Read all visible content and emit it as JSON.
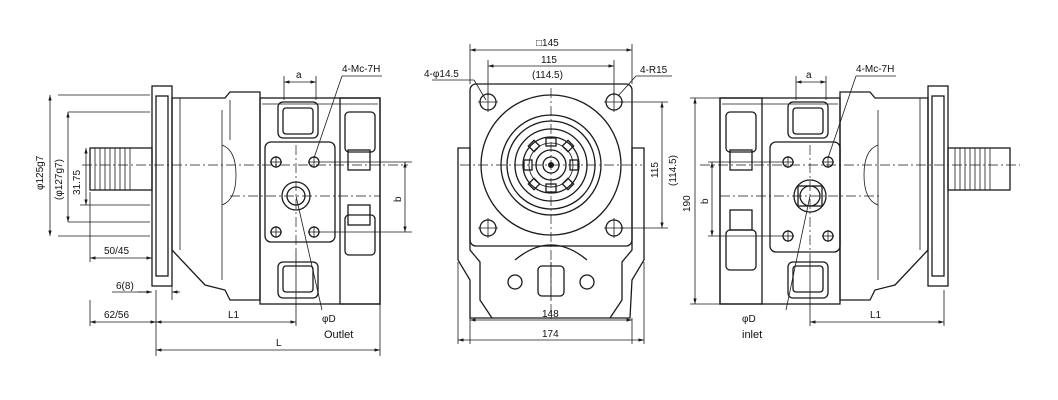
{
  "drawing": {
    "left_view": {
      "label_4mc7h": "4-Mc-7H",
      "label_a": "a",
      "label_b": "b",
      "label_phi125": "(φ127g7)",
      "label_phi125_main": "φ125g7",
      "label_31_75": "31.75",
      "label_50_45": "50/45",
      "label_6_8": "6(8)",
      "label_62_56": "62/56",
      "label_L1": "L1",
      "label_L": "L",
      "label_phiD": "φD",
      "label_outlet": "Outlet"
    },
    "front_view": {
      "label_145": "□145",
      "label_115": "115",
      "label_114_5": "(114.5)",
      "label_4phi14_5": "4-φ14.5",
      "label_4R15": "4-R15",
      "label_115_v": "115",
      "label_114_5_v": "(114.5)",
      "label_148": "148",
      "label_174": "174"
    },
    "right_view": {
      "label_a": "a",
      "label_4mc7h": "4-Mc-7H",
      "label_190": "190",
      "label_b": "b",
      "label_phiD": "φD",
      "label_inlet": "inlet",
      "label_L1": "L1"
    }
  }
}
